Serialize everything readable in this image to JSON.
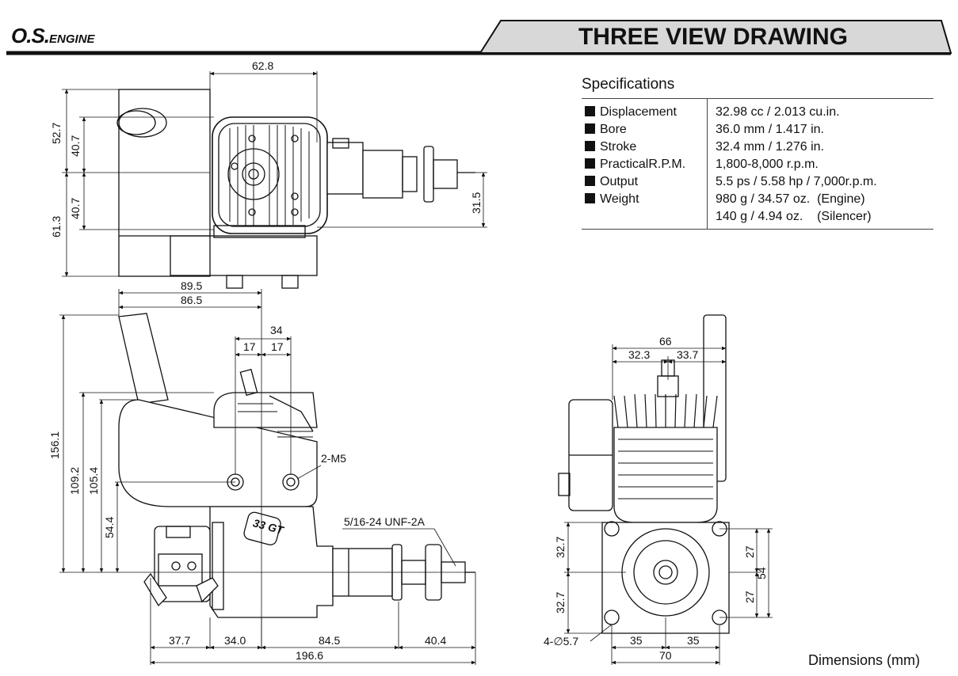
{
  "header": {
    "logo_main": "O.S.",
    "logo_sub": "ENGINE",
    "title": "THREE VIEW DRAWING"
  },
  "specifications": {
    "heading": "Specifications",
    "rows": [
      {
        "label": "Displacement",
        "value": "32.98 cc / 2.013 cu.in."
      },
      {
        "label": "Bore",
        "value": "36.0 mm / 1.417 in."
      },
      {
        "label": "Stroke",
        "value": "32.4 mm / 1.276 in."
      },
      {
        "label": "PracticalR.P.M.",
        "value": "1,800-8,000 r.p.m."
      },
      {
        "label": "Output",
        "value": "5.5 ps / 5.58 hp / 7,000r.p.m."
      },
      {
        "label": "Weight",
        "value": "980 g / 34.57 oz.  (Engine)"
      },
      {
        "label": "",
        "value": "140 g / 4.94 oz.    (Silencer)"
      }
    ]
  },
  "dimensions_footer": "Dimensions (mm)",
  "top_view": {
    "width_62_8": "62.8",
    "h_52_7": "52.7",
    "h_61_3": "61.3",
    "h_40_7_upper": "40.7",
    "h_40_7_lower": "40.7",
    "h_31_5": "31.5"
  },
  "side_view": {
    "d_89_5": "89.5",
    "d_86_5": "86.5",
    "d_34": "34",
    "d_17_left": "17",
    "d_17_right": "17",
    "d_156_1": "156.1",
    "d_109_2": "109.2",
    "d_105_4": "105.4",
    "d_54_4": "54.4",
    "mount_note": "2-M5",
    "thread_note": "5/16-24 UNF-2A",
    "d_37_7": "37.7",
    "d_34_0": "34.0",
    "d_84_5": "84.5",
    "d_40_4": "40.4",
    "d_196_6": "196.6",
    "badge": "33 GT"
  },
  "front_view": {
    "d_66": "66",
    "d_32_3": "32.3",
    "d_33_7": "33.7",
    "d_32_7_upper": "32.7",
    "d_32_7_lower": "32.7",
    "d_27_upper": "27",
    "d_27_lower": "27",
    "d_54": "54",
    "hole_note": "4-∅5.7",
    "d_35_left": "35",
    "d_35_right": "35",
    "d_70": "70"
  }
}
